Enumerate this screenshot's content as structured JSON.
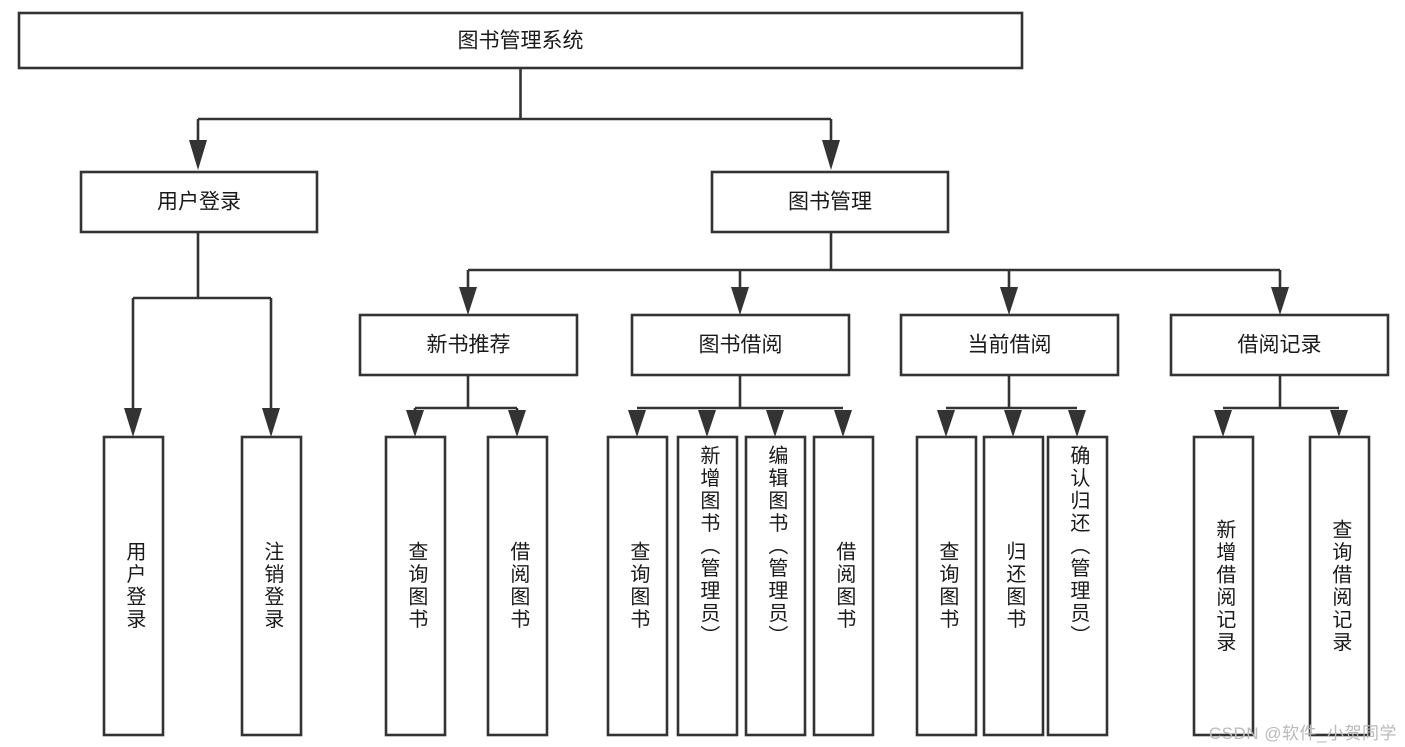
{
  "diagram": {
    "type": "tree-hierarchy",
    "title": "图书管理系统",
    "background_color": "#ffffff",
    "line_color": "#333333",
    "box_fill": "#ffffff",
    "text_color": "#1a1a1a",
    "root": {
      "label": "图书管理系统",
      "id": "root"
    },
    "level2": [
      {
        "id": "user-login",
        "label": "用户登录"
      },
      {
        "id": "book-management",
        "label": "图书管理"
      }
    ],
    "level3": [
      {
        "id": "new-book-recommend",
        "label": "新书推荐",
        "parent": "book-management"
      },
      {
        "id": "book-borrow",
        "label": "图书借阅",
        "parent": "book-management"
      },
      {
        "id": "current-borrow",
        "label": "当前借阅",
        "parent": "book-management"
      },
      {
        "id": "borrow-record",
        "label": "借阅记录",
        "parent": "book-management"
      }
    ],
    "leaves": [
      {
        "id": "leaf-user-login",
        "label": "用户登录",
        "parent": "user-login"
      },
      {
        "id": "leaf-logout-login",
        "label": "注销登录",
        "parent": "user-login"
      },
      {
        "id": "leaf-query-book-1",
        "label": "查询图书",
        "parent": "new-book-recommend"
      },
      {
        "id": "leaf-borrow-book-1",
        "label": "借阅图书",
        "parent": "new-book-recommend"
      },
      {
        "id": "leaf-query-book-2",
        "label": "查询图书",
        "parent": "book-borrow"
      },
      {
        "id": "leaf-add-book",
        "label": "新增图书（管理员）",
        "parent": "book-borrow"
      },
      {
        "id": "leaf-edit-book",
        "label": "编辑图书（管理员）",
        "parent": "book-borrow"
      },
      {
        "id": "leaf-borrow-book-2",
        "label": "借阅图书",
        "parent": "book-borrow"
      },
      {
        "id": "leaf-query-book-3",
        "label": "查询图书",
        "parent": "current-borrow"
      },
      {
        "id": "leaf-return-book",
        "label": "归还图书",
        "parent": "current-borrow"
      },
      {
        "id": "leaf-confirm-return",
        "label": "确认归还（管理员）",
        "parent": "current-borrow"
      },
      {
        "id": "leaf-add-record",
        "label": "新增借阅记录",
        "parent": "borrow-record"
      },
      {
        "id": "leaf-query-record",
        "label": "查询借阅记录",
        "parent": "borrow-record"
      }
    ]
  },
  "watermark": {
    "text": "CSDN @软件_小贺同学",
    "color": "#b9b9b9"
  }
}
